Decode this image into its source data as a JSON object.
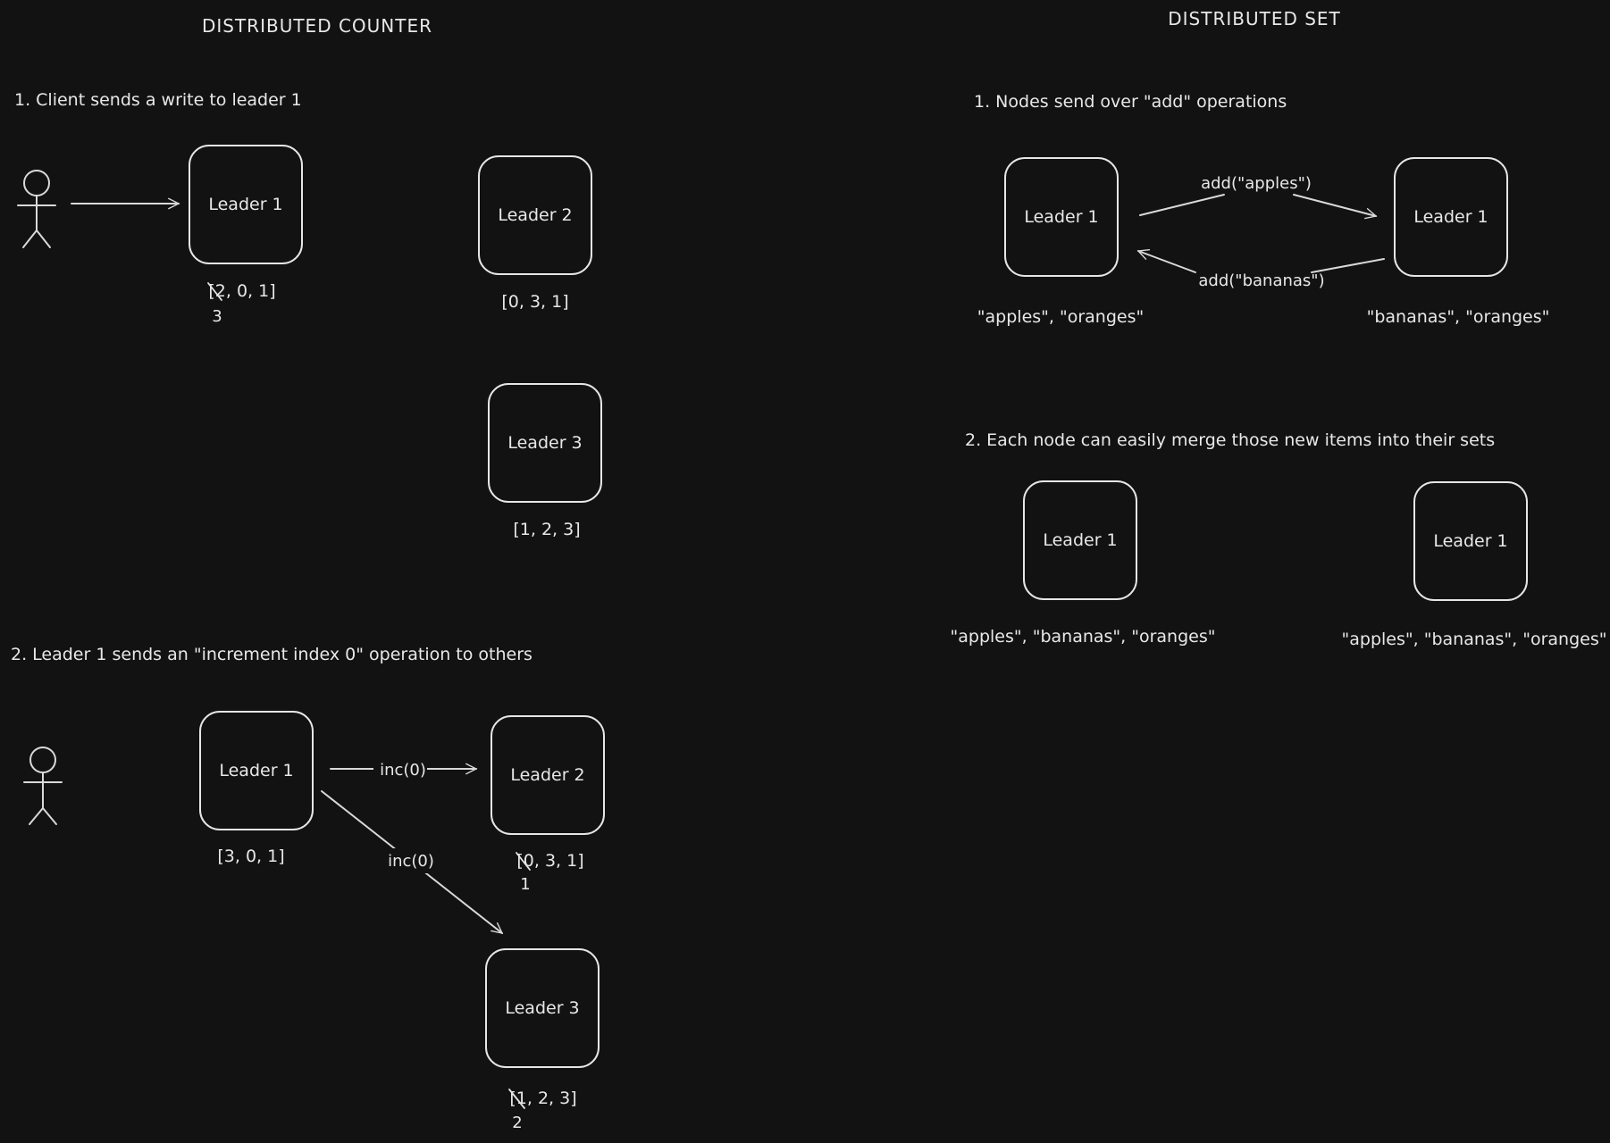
{
  "counter": {
    "title": "DISTRIBUTED COUNTER",
    "step1": "1. Client sends a write to leader 1",
    "step2": "2. Leader 1 sends an \"increment index 0\" operation to others",
    "s1": {
      "leader1": {
        "label": "Leader 1",
        "vector": "[2, 0, 1]",
        "update": "3"
      },
      "leader2": {
        "label": "Leader 2",
        "vector": "[0, 3, 1]"
      },
      "leader3": {
        "label": "Leader 3",
        "vector": "[1, 2, 3]"
      }
    },
    "s2": {
      "leader1": {
        "label": "Leader 1",
        "vector": "[3, 0, 1]"
      },
      "leader2": {
        "label": "Leader 2",
        "vector": "[0, 3, 1]",
        "update": "1"
      },
      "leader3": {
        "label": "Leader 3",
        "vector": "[1, 2, 3]",
        "update": "2"
      },
      "edge_to_leader2": "inc(0)",
      "edge_to_leader3": "inc(0)"
    }
  },
  "set": {
    "title": "DISTRIBUTED SET",
    "step1": "1. Nodes send over \"add\" operations",
    "step2": "2. Each node can easily merge those new items into their sets",
    "s1": {
      "left": {
        "label": "Leader 1",
        "items": "\"apples\", \"oranges\""
      },
      "right": {
        "label": "Leader 1",
        "items": "\"bananas\", \"oranges\""
      },
      "edge_add_apples": "add(\"apples\")",
      "edge_add_bananas": "add(\"bananas\")"
    },
    "s2": {
      "left": {
        "label": "Leader 1",
        "items": "\"apples\", \"bananas\", \"oranges\""
      },
      "right": {
        "label": "Leader 1",
        "items": "\"apples\", \"bananas\", \"oranges\""
      }
    }
  },
  "icons": [
    "stick-figure-icon",
    "stick-figure-icon"
  ],
  "colors": {
    "background": "#121212",
    "ink": "#e8e8e8"
  }
}
